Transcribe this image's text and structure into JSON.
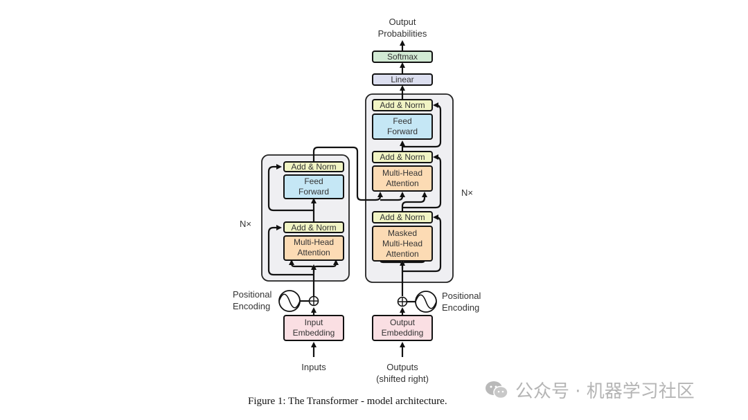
{
  "diagram": {
    "output_label": [
      "Output",
      "Probabilities"
    ],
    "softmax": "Softmax",
    "linear": "Linear",
    "encoder": {
      "repeat": "N×",
      "add_norm_top": "Add & Norm",
      "feed_forward": [
        "Feed",
        "Forward"
      ],
      "add_norm_bottom": "Add & Norm",
      "attention": [
        "Multi-Head",
        "Attention"
      ],
      "positional": [
        "Positional",
        "Encoding"
      ],
      "embedding": [
        "Input",
        "Embedding"
      ],
      "input_label": "Inputs"
    },
    "decoder": {
      "repeat": "N×",
      "add_norm_top": "Add & Norm",
      "feed_forward": [
        "Feed",
        "Forward"
      ],
      "add_norm_mid": "Add & Norm",
      "cross_attention": [
        "Multi-Head",
        "Attention"
      ],
      "add_norm_bottom": "Add & Norm",
      "masked_attention": [
        "Masked",
        "Multi-Head",
        "Attention"
      ],
      "positional": [
        "Positional",
        "Encoding"
      ],
      "embedding": [
        "Output",
        "Embedding"
      ],
      "input_label": [
        "Outputs",
        "(shifted right)"
      ]
    },
    "colors": {
      "softmax": "#d2ead4",
      "linear": "#dcdff0",
      "add_norm": "#f1f4c4",
      "feed_forward": "#c5e7f5",
      "attention": "#fcdbb4",
      "embedding": "#fadfe3",
      "stack_bg": "#efeff2"
    }
  },
  "caption": "Figure 1: The Transformer - model architecture.",
  "watermark": "公众号 · 机器学习社区"
}
